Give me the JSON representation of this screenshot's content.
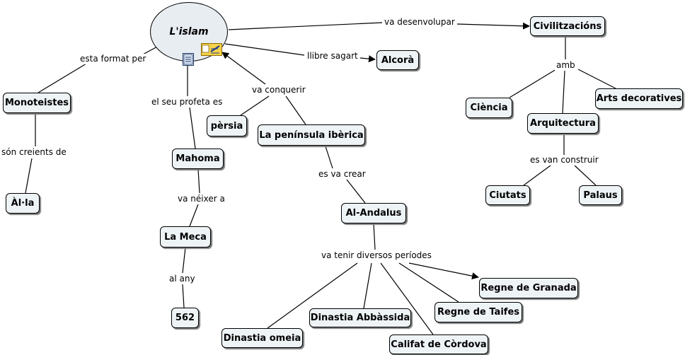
{
  "root": {
    "label": "L'islam"
  },
  "nodes": {
    "civilitzacions": "Civilitzacións",
    "alcora": "Alcorà",
    "monoteistes": "Monoteistes",
    "alla": "Àl·la",
    "mahoma": "Mahoma",
    "la_meca": "La Meca",
    "any_562": "562",
    "persia": "pèrsia",
    "peninsula_iberica": "La península ibèrica",
    "al_andalus": "Al-Andalus",
    "ciencia": "Ciència",
    "arquitectura": "Arquitectura",
    "arts_decoratives": "Arts decoratives",
    "ciutats": "Ciutats",
    "palaus": "Palaus",
    "regne_granada": "Regne de Granada",
    "regne_taifes": "Regne de Taifes",
    "dinastia_abbassida": "Dinastia Abbàssida",
    "dinastia_omeia": "Dinastia omeia",
    "califat_cordova": "Califat de Còrdova"
  },
  "links": {
    "va_desenvolupar": "va desenvolupar",
    "llibre_sagrat": "llibre sagart",
    "esta_format_per": "esta format per",
    "son_creients_de": "són creients de",
    "el_seu_profeta_es": "el seu profeta es",
    "va_neixer_a": "va néixer a",
    "al_any": "al any",
    "va_conquerir": "va conquerir",
    "es_va_crear": "es va crear",
    "amb": "amb",
    "es_van_construir": "es van construir",
    "va_tenir_diversos_periodes": "va tenir diversos períodes"
  },
  "icons": [
    "document-icon",
    "resource-card-icon"
  ],
  "colors": {
    "node_fill": "#eef3f6",
    "root_fill": "#e8edf2",
    "line": "#000000"
  }
}
